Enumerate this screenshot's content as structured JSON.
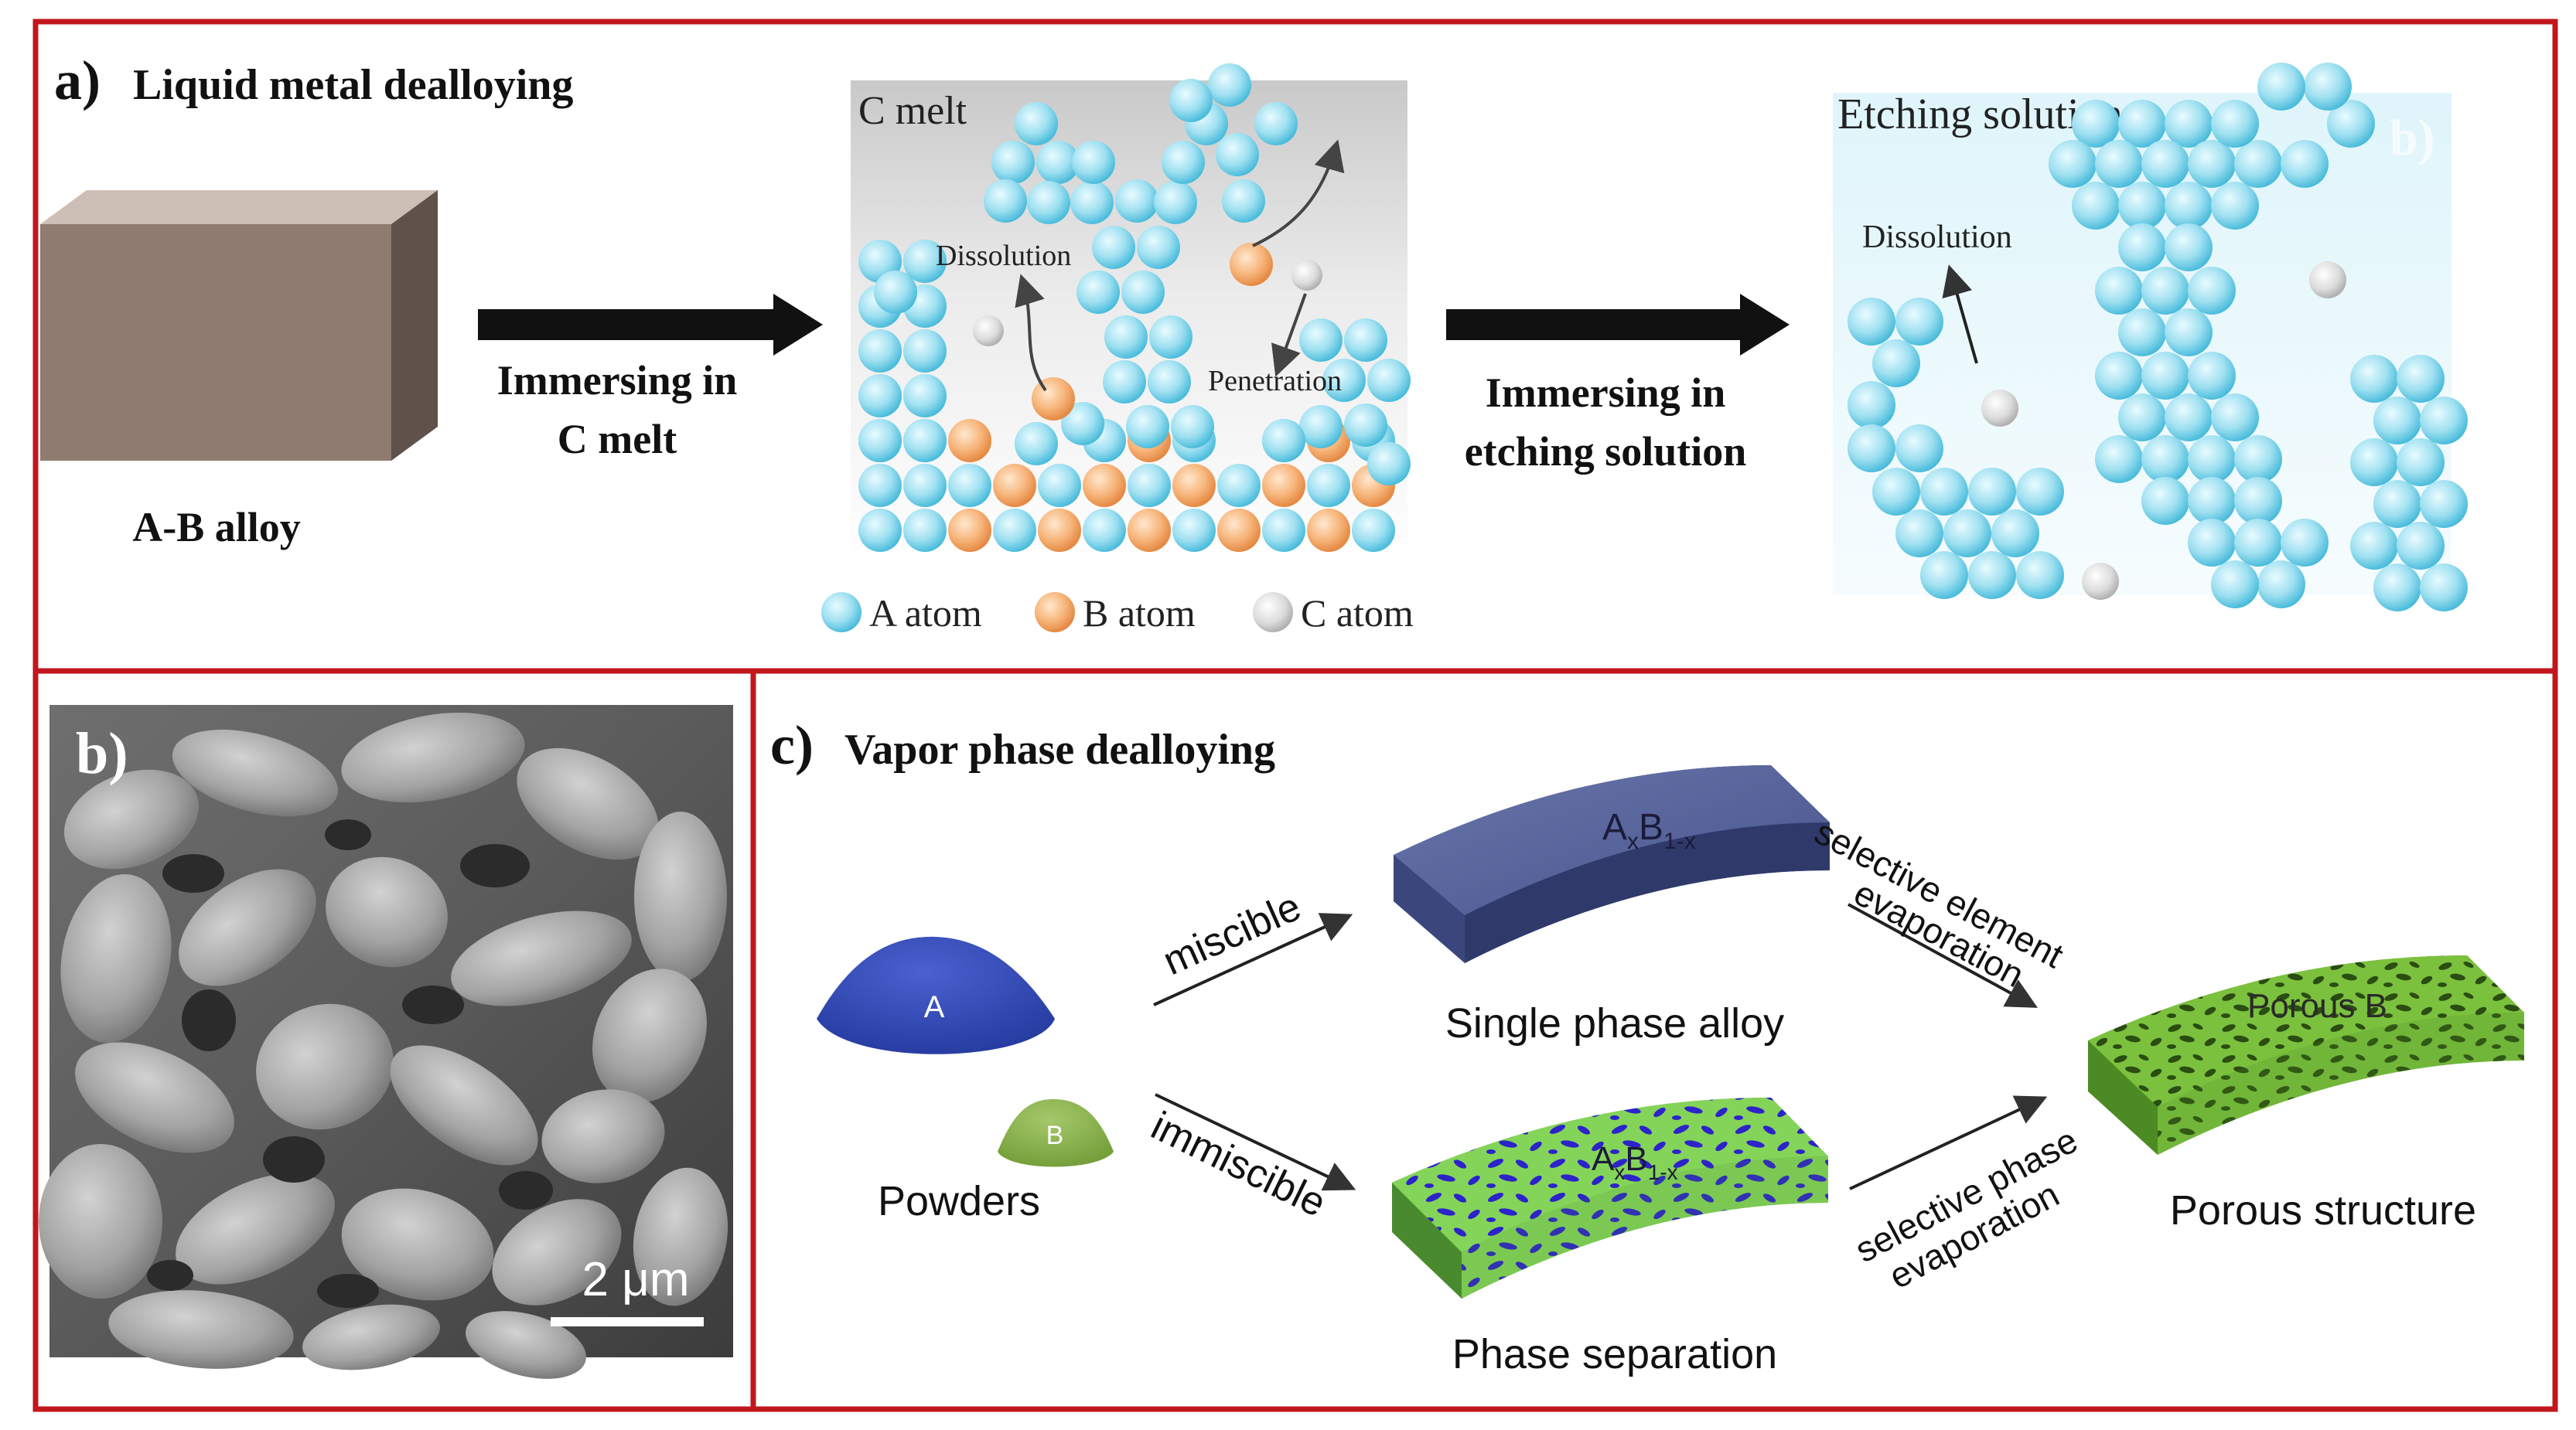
{
  "colors": {
    "frame": "#c0161c",
    "a_atom": "#7fd6ec",
    "b_atom": "#f3a96a",
    "c_atom": "#d2d2d2",
    "powder_a": "#2f47b5",
    "powder_b": "#8bb14a",
    "alloy_blue": "#4e5d94",
    "porous_green": "#7cc13e"
  },
  "panel_a": {
    "label": "a)",
    "title": "Liquid metal dealloying",
    "alloy_label": "A-B alloy",
    "step1_line1": "Immersing in",
    "step1_line2": "C melt",
    "melt_label": "C melt",
    "dissolution_label": "Dissolution",
    "penetration_label": "Penetration",
    "step2_line1": "Immersing in",
    "step2_line2": "etching solution",
    "etching_label": "Etching solution",
    "etching_dissolution_label": "Dissolution",
    "faint_label": "b)",
    "legend": [
      {
        "icon": "a-atom-icon",
        "text": "A atom"
      },
      {
        "icon": "b-atom-icon",
        "text": "B atom"
      },
      {
        "icon": "c-atom-icon",
        "text": "C atom"
      }
    ]
  },
  "panel_b": {
    "label": "b)",
    "scale_bar": "2 μm"
  },
  "panel_c": {
    "label": "c)",
    "title": "Vapor phase dealloying",
    "powder_a": "A",
    "powder_b": "B",
    "powders_label": "Powders",
    "miscible": "miscible",
    "immiscible": "immiscible",
    "alloy_formula": {
      "a": "A",
      "x": "x",
      "b": "B",
      "sub": "1-x"
    },
    "single_phase": "Single phase alloy",
    "phase_separation": "Phase separation",
    "selective_element_line1": "selective element",
    "selective_element_line2": "evaporation",
    "selective_phase_line1": "selective phase",
    "selective_phase_line2": "evaporation",
    "porous_label": "Porous B",
    "porous_structure": "Porous structure"
  }
}
